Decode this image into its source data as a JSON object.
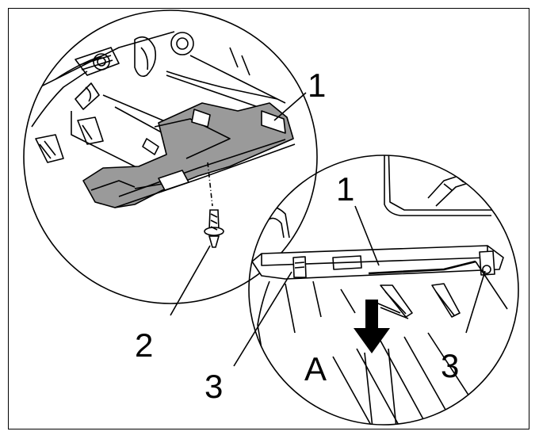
{
  "callouts": {
    "top_part": "1",
    "bottom_part": "1",
    "clip": "2",
    "hook_left": "3",
    "hook_right": "3",
    "direction": "A"
  },
  "colors": {
    "line": "#000000",
    "part_fill": "#9a9a9a",
    "background": "#ffffff"
  }
}
